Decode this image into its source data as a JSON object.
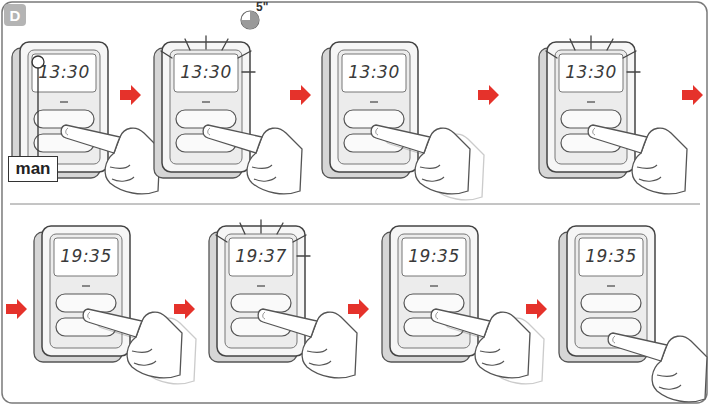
{
  "diagram": {
    "nodes": [
      {
        "text": [
          "D"
        ]
      },
      {
        "text": [
          "man"
        ]
      }
    ],
    "labels": [
      "5\"",
      "13:30",
      "13:30",
      "13:30",
      "13:30",
      "19:35",
      "19:37",
      "19:35",
      "19:35"
    ]
  }
}
